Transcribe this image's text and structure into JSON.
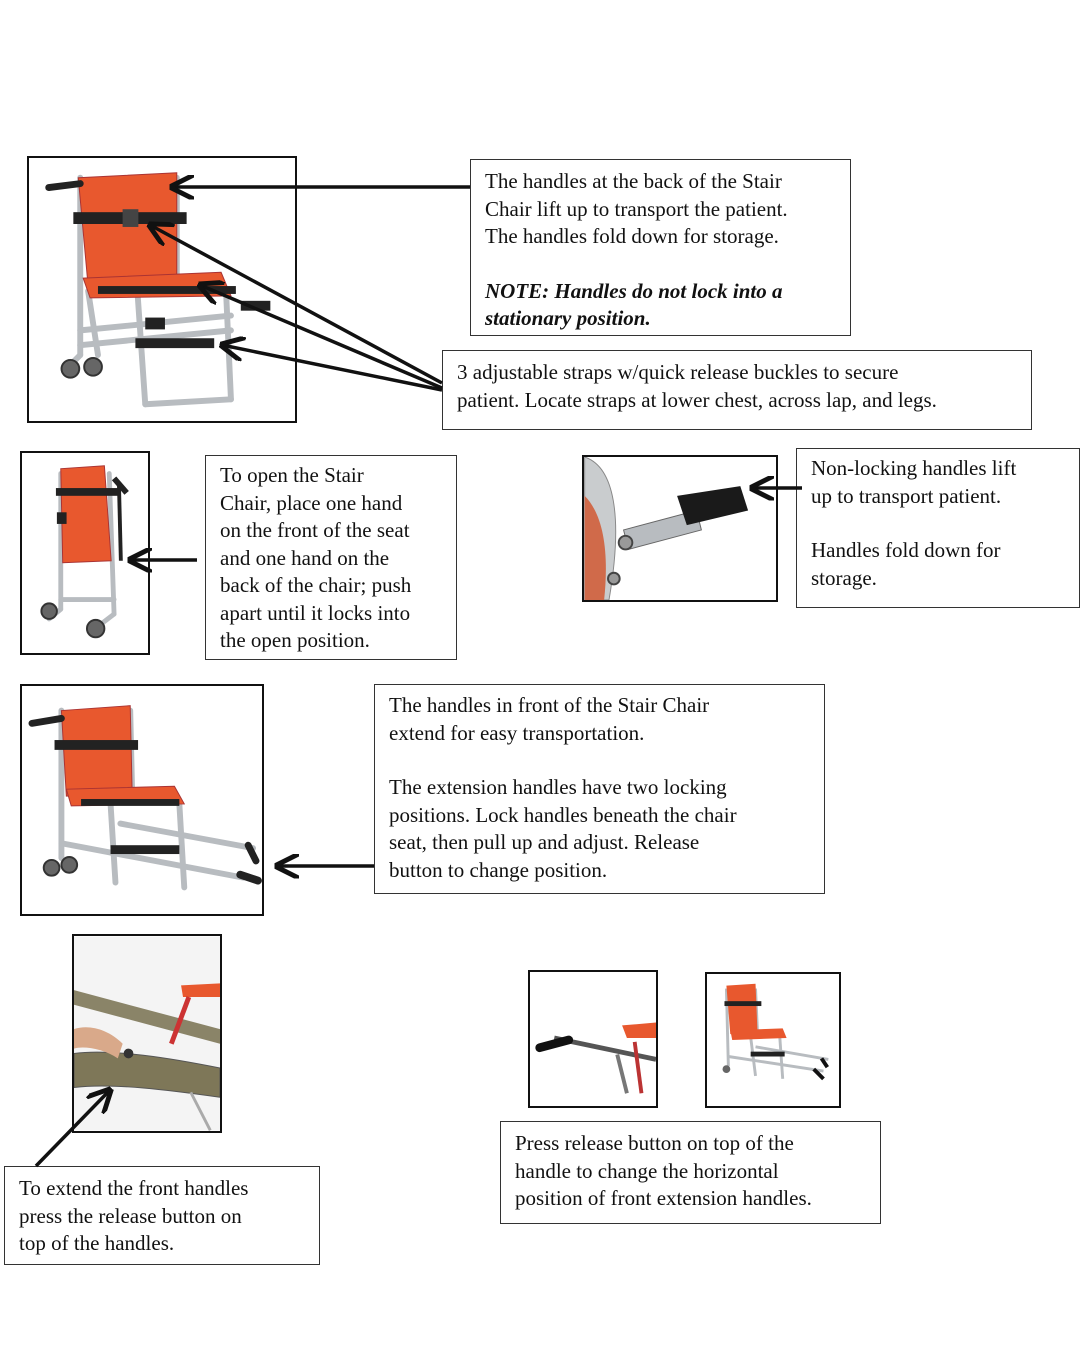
{
  "colors": {
    "seat": "#e8582e",
    "frame": "#b8bcc0",
    "strap": "#222222",
    "outline": "#111111"
  },
  "callouts": {
    "back_handles": {
      "line1": "The handles at the back of the Stair",
      "line2": "Chair lift up to transport the patient.",
      "line3": "The handles fold down for storage.",
      "note1": "NOTE: Handles do not lock into a",
      "note2": "stationary position."
    },
    "straps": {
      "line1": "3 adjustable straps w/quick release buckles to secure",
      "line2": "patient. Locate straps at lower chest, across lap, and legs."
    },
    "open_chair": {
      "lines": [
        "To open the Stair",
        "Chair, place one hand",
        "on the front of the seat",
        "and one hand on the",
        "back of the chair; push",
        "apart until it locks into",
        "the open position."
      ]
    },
    "nonlocking": {
      "line1": "Non-locking handles lift",
      "line2": "up to transport patient.",
      "line3": "Handles fold down for",
      "line4": "storage."
    },
    "front_handles": {
      "line1": "The handles in front of the Stair Chair",
      "line2": "extend for easy transportation.",
      "line3": "The extension handles have two locking",
      "line4": "positions.  Lock handles beneath the chair",
      "line5": "seat, then pull up and adjust.   Release",
      "line6": "button to change position."
    },
    "extend": {
      "line1": "To extend the front handles",
      "line2": "press the release button on",
      "line3": "top of the handles."
    },
    "horizontal": {
      "line1": "Press release button on top of the",
      "line2": "handle to change the horizontal",
      "line3": "position of front extension handles."
    }
  }
}
